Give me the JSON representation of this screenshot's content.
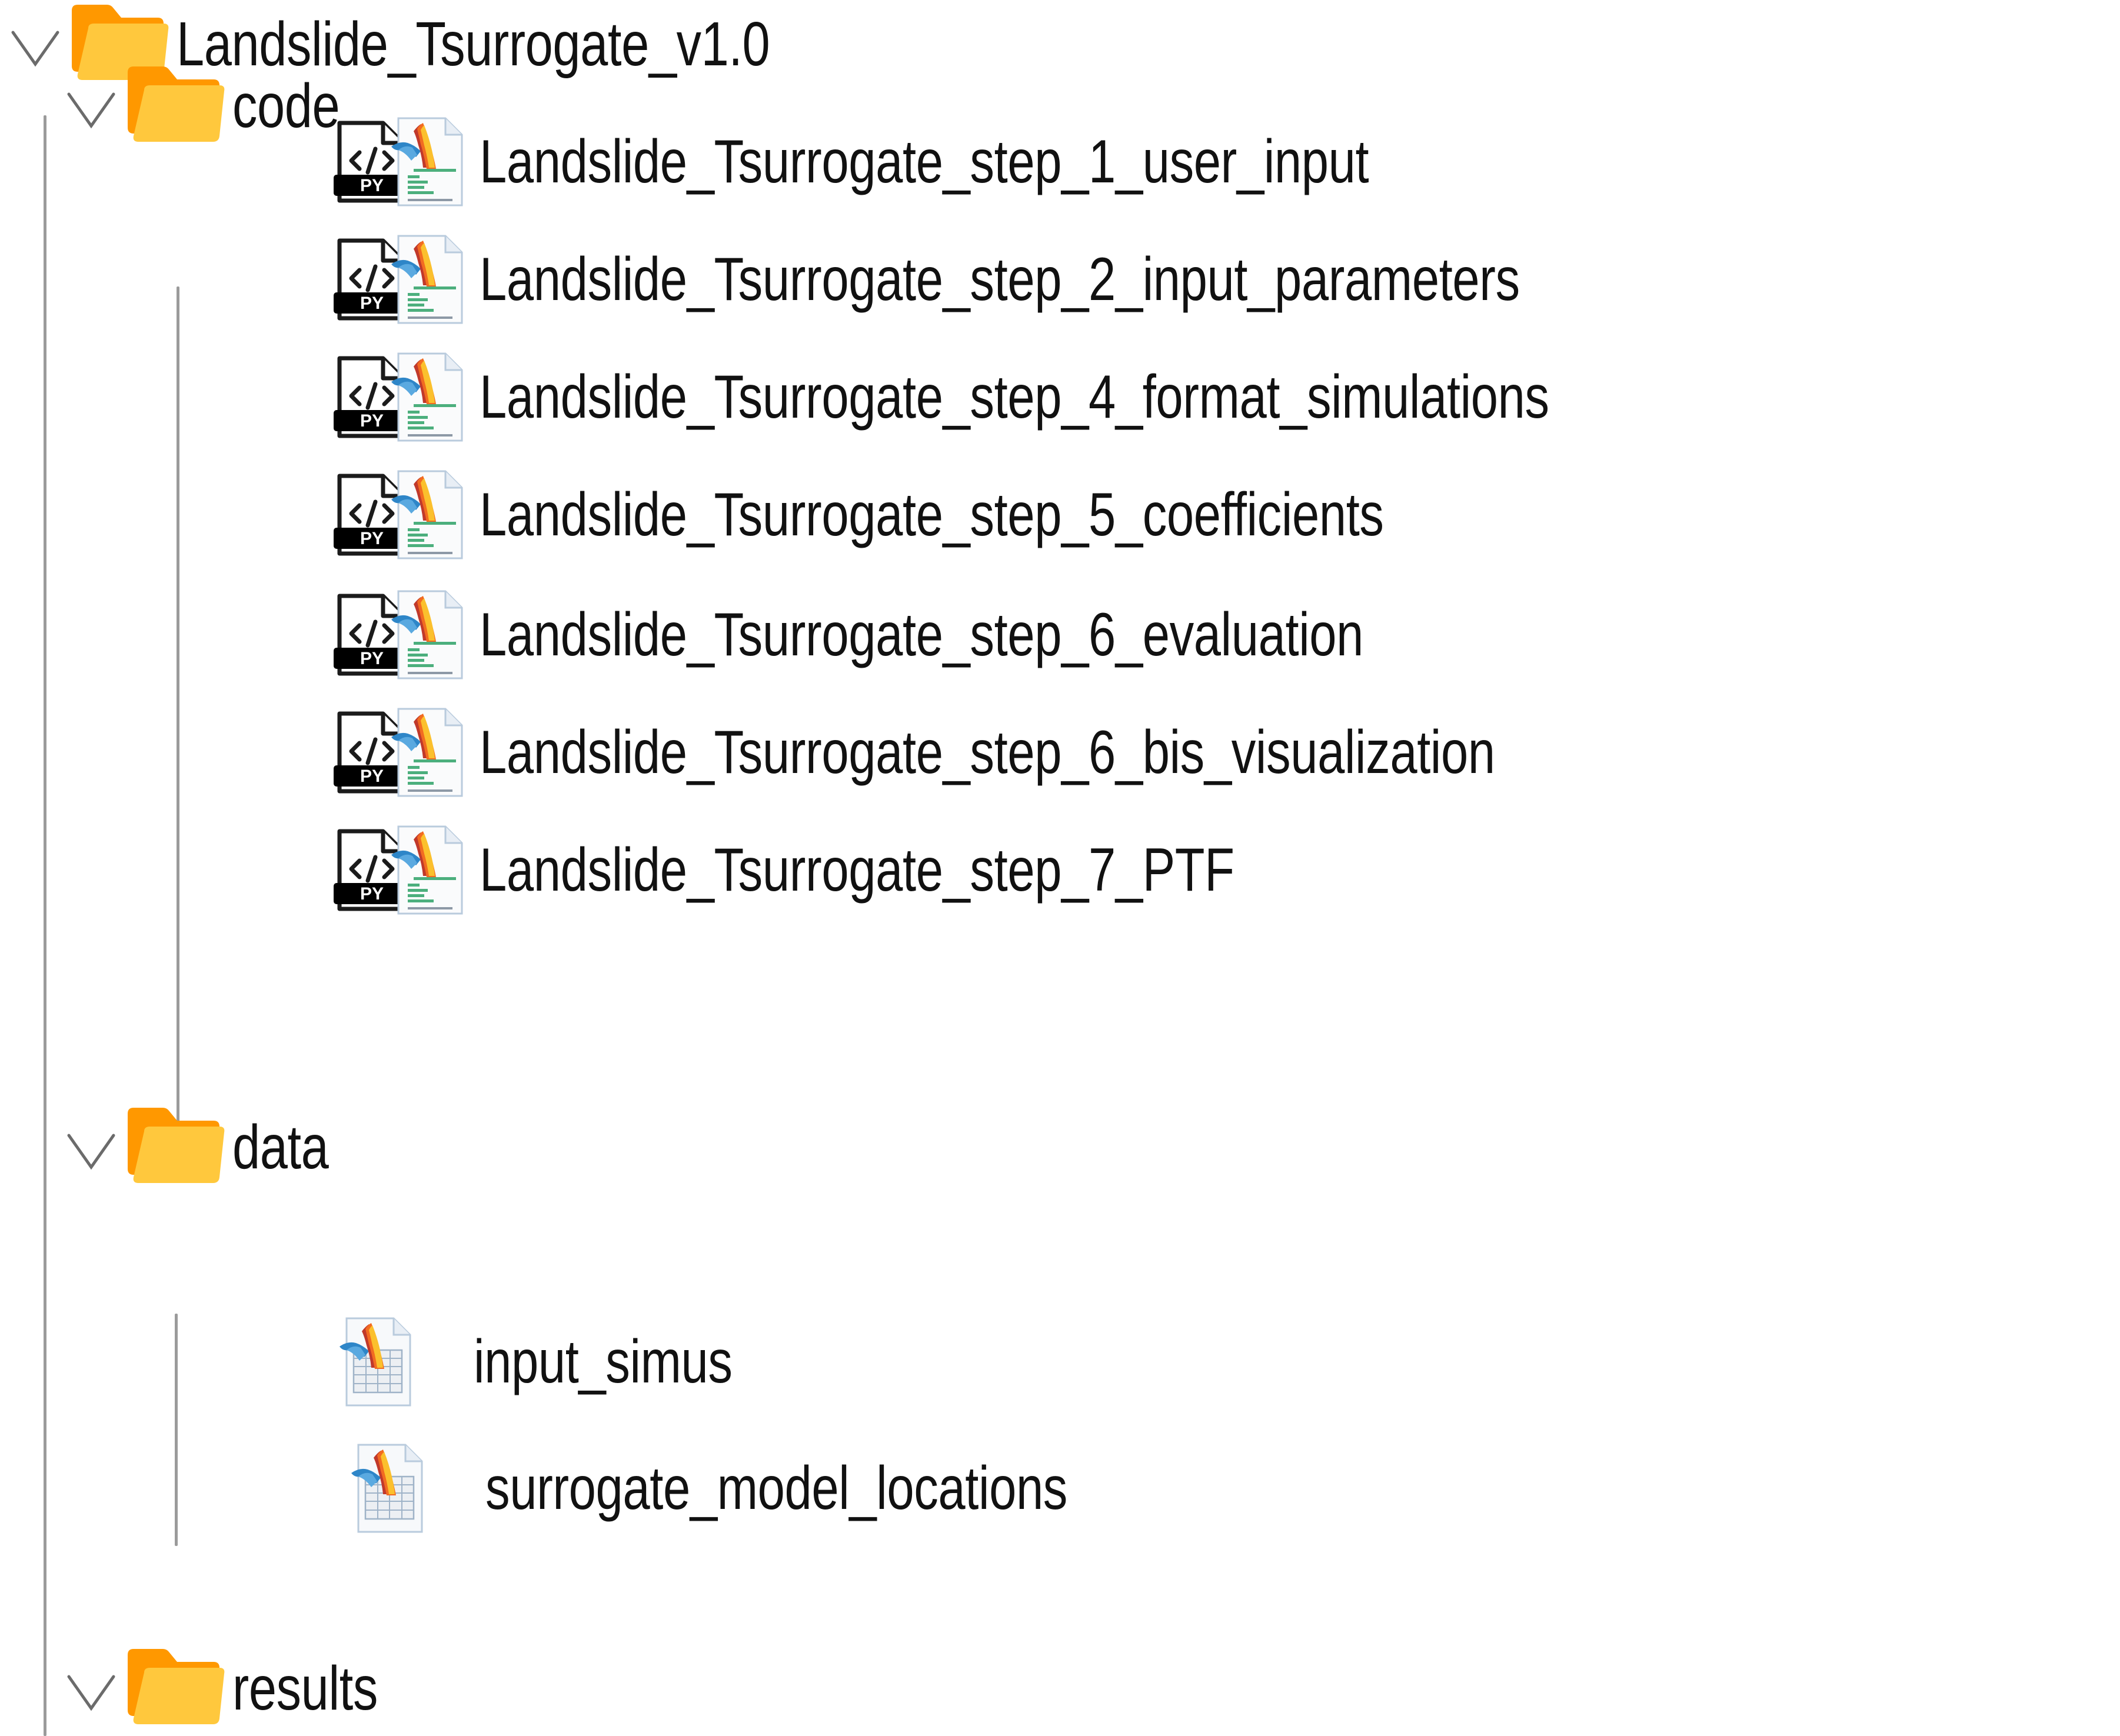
{
  "tree": {
    "root": {
      "name": "Landslide_Tsurrogate_v1.0",
      "icon": "folder-icon",
      "chevron": "chevron-down-icon",
      "expanded": true
    },
    "folders": [
      {
        "id": "code",
        "name": "code",
        "icon": "folder-icon",
        "chevron": "chevron-down-icon",
        "expanded": true,
        "files": [
          {
            "name": "Landslide_Tsurrogate_step_1_user_input",
            "icons": [
              "python-file-icon",
              "matlab-script-file-icon"
            ]
          },
          {
            "name": "Landslide_Tsurrogate_step_2_input_parameters",
            "icons": [
              "python-file-icon",
              "matlab-script-file-icon"
            ]
          },
          {
            "name": "Landslide_Tsurrogate_step_4_format_simulations",
            "icons": [
              "python-file-icon",
              "matlab-script-file-icon"
            ]
          },
          {
            "name": "Landslide_Tsurrogate_step_5_coefficients",
            "icons": [
              "python-file-icon",
              "matlab-script-file-icon"
            ]
          },
          {
            "name": "Landslide_Tsurrogate_step_6_evaluation",
            "icons": [
              "python-file-icon",
              "matlab-script-file-icon"
            ]
          },
          {
            "name": "Landslide_Tsurrogate_step_6_bis_visualization",
            "icons": [
              "python-file-icon",
              "matlab-script-file-icon"
            ]
          },
          {
            "name": "Landslide_Tsurrogate_step_7_PTF",
            "icons": [
              "python-file-icon",
              "matlab-script-file-icon"
            ]
          }
        ]
      },
      {
        "id": "data",
        "name": "data",
        "icon": "folder-icon",
        "chevron": "chevron-down-icon",
        "expanded": true,
        "files": [
          {
            "name": "input_simus",
            "icons": [
              "matlab-data-file-icon"
            ]
          },
          {
            "name": "surrogate_model_locations",
            "icons": [
              "matlab-data-file-icon"
            ]
          }
        ]
      },
      {
        "id": "results",
        "name": "results",
        "icon": "folder-icon",
        "chevron": "chevron-down-icon",
        "expanded": true,
        "files": []
      }
    ]
  },
  "colors": {
    "folder_back": "#FF9800",
    "folder_front": "#FFC83D",
    "guide_line": "#9b9b9b",
    "chevron": "#6b6b6b",
    "text": "#111111",
    "py_badge": "#000000",
    "matlab_blue": "#2E86C8",
    "matlab_red": "#C0392B",
    "matlab_orange": "#F26B21",
    "matlab_yellow": "#FBC02D",
    "code_comment_green": "#4caf7d",
    "background": "#ffffff"
  }
}
